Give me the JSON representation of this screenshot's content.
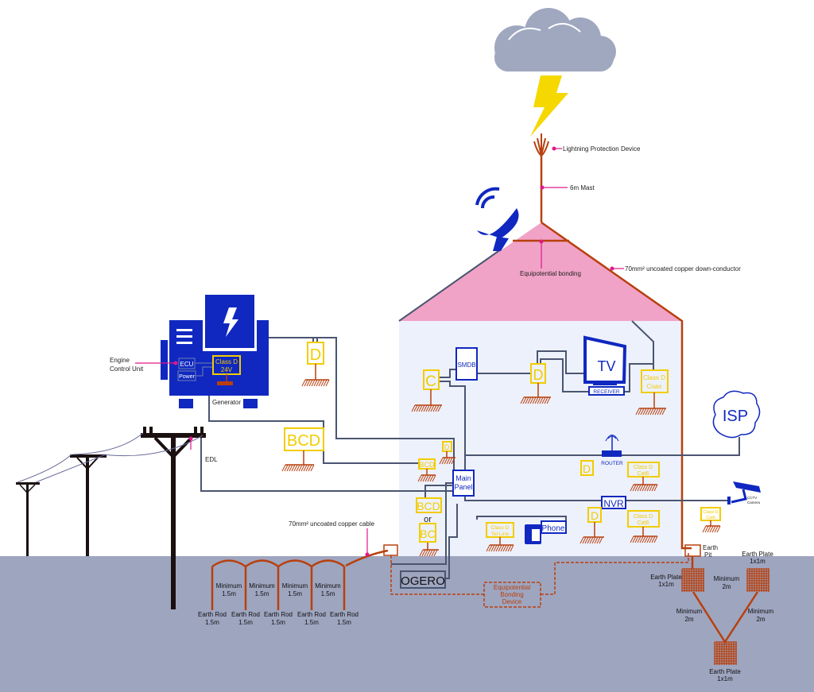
{
  "colors": {
    "ground": "#9ea5bf",
    "roof": "#f0a3c6",
    "house": "#edf1fc",
    "copper": "#b8400e",
    "device_blue": "#1028c0",
    "surge_yellow": "#f2cc00",
    "wire": "#4a5570",
    "cloud": "#a0a8c0",
    "bolt": "#f5d800",
    "callout": "#e0198a"
  },
  "icons": [
    "cloud-icon",
    "lightning-bolt-icon",
    "lightning-rod-icon",
    "satellite-dish-icon",
    "generator-icon",
    "power-pole-icon",
    "tv-icon",
    "router-icon",
    "phone-icon",
    "cctv-camera-icon",
    "isp-cloud-icon",
    "ground-symbol-icon",
    "earth-plate-icon"
  ],
  "roof": {
    "lpd": "Lightning Protection Device",
    "mast": "6m Mast",
    "bonding": "Equipotential bonding",
    "down_conductor": "70mm² uncoated copper down-conductor"
  },
  "generator": {
    "label": "Generator",
    "ecu": "ECU",
    "power": "Power",
    "class_d_1": "Class D",
    "class_d_2": "24V",
    "ecu_callout_1": "Engine",
    "ecu_callout_2": "Control Unit"
  },
  "outside": {
    "d": "D",
    "bcd": "BCD",
    "edl": "EDL",
    "cable": "70mm² uncoated copper cable",
    "ogero": "OGERO",
    "ebd_1": "Equipotential",
    "ebd_2": "Bonding",
    "ebd_3": "Device",
    "isp": "ISP",
    "cctv_1": "CCTV",
    "cctv_2": "Camera",
    "cctv_cat6_1": "Class D",
    "cctv_cat6_2": "Cat6"
  },
  "house": {
    "c": "C",
    "smdb": "SMDB",
    "d_tv": "D",
    "tv": "TV",
    "receiver": "RECEIVER",
    "coax_1": "Class D",
    "coax_2": "Coax",
    "d_small": "D",
    "bcd_small": "BCD",
    "main_panel_1": "Main",
    "main_panel_2": "Panel",
    "bcd": "BCD",
    "or": "or",
    "bc": "BC",
    "router": "ROUTER",
    "d_router": "D",
    "cat6_1": "Class D",
    "cat6_2": "Cat6",
    "nvr": "NVR",
    "d_nvr": "D",
    "cat6b_1": "Class D",
    "cat6b_2": "Cat6",
    "tel_1": "Class D",
    "tel_2": "Tel Line",
    "phone": "Phone"
  },
  "earthing": {
    "rods": [
      {
        "l1": "Earth Rod",
        "l2": "1.5m"
      },
      {
        "l1": "Earth Rod",
        "l2": "1.5m"
      },
      {
        "l1": "Earth Rod",
        "l2": "1.5m"
      },
      {
        "l1": "Earth Rod",
        "l2": "1.5m"
      },
      {
        "l1": "Earth Rod",
        "l2": "1.5m"
      }
    ],
    "spacings": [
      {
        "l1": "Minimum",
        "l2": "1.5m"
      },
      {
        "l1": "Minimum",
        "l2": "1.5m"
      },
      {
        "l1": "Minimum",
        "l2": "1.5m"
      },
      {
        "l1": "Minimum",
        "l2": "1.5m"
      }
    ],
    "pit_1": "Earth",
    "pit_2": "Pit",
    "plates": [
      {
        "l1": "Earth Plate",
        "l2": "1x1m"
      },
      {
        "l1": "Earth Plate",
        "l2": "1x1m"
      },
      {
        "l1": "Earth Plate",
        "l2": "1x1m"
      }
    ],
    "plate_spacings": [
      {
        "l1": "Minimum",
        "l2": "2m"
      },
      {
        "l1": "Minimum",
        "l2": "2m"
      },
      {
        "l1": "Minimum",
        "l2": "2m"
      }
    ]
  }
}
